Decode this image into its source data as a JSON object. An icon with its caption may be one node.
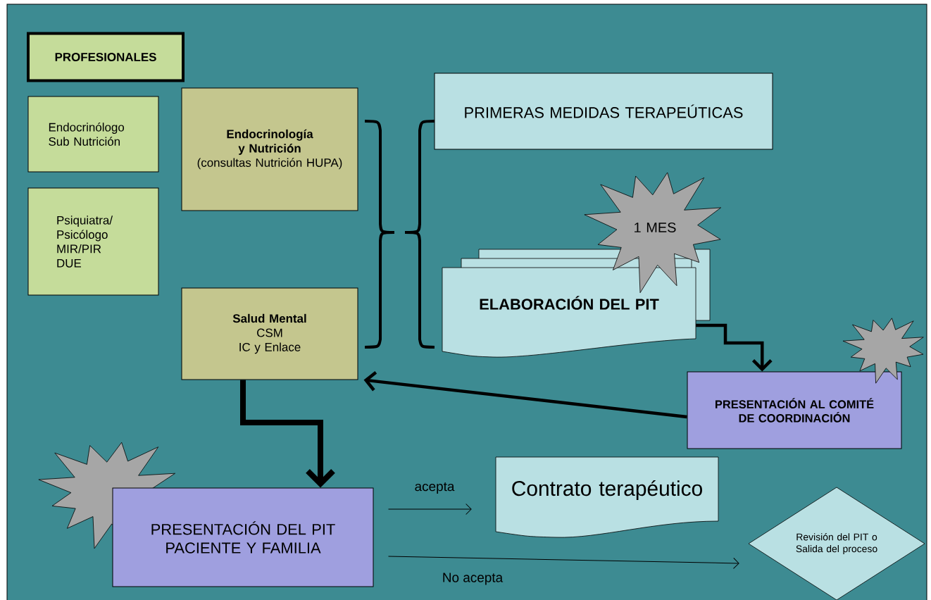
{
  "diagram": {
    "nodes": [
      {
        "text": [
          "PROFESIONALES"
        ]
      },
      {
        "text": [
          "Endocrinólogo Sub Nutrición"
        ]
      },
      {
        "text": [
          "Psiquiatra/ Psicólogo MIR/PIR DUE"
        ]
      },
      {
        "text": [
          "Endocrinología y Nutrición",
          "(consultas Nutrición HUPA)"
        ]
      },
      {
        "text": [
          "Salud Mental",
          "CSM",
          "IC y Enlace"
        ]
      },
      {
        "text": [
          "PRIMERAS MEDIDAS TERAPEÚTICAS"
        ]
      },
      {
        "text": [
          "ELABORACIÓN DEL PIT"
        ]
      },
      {
        "text": [
          "1 MES"
        ]
      },
      {
        "text": [
          "PRESENTACIÓN AL COMITÉ DE COORDINACIÓN"
        ]
      },
      {
        "text": [],
        "shape": "star"
      },
      {
        "text": [],
        "shape": "star"
      },
      {
        "text": [
          "PRESENTACIÓN DEL PIT",
          "PACIENTE Y FAMILIA"
        ]
      },
      {
        "text": [
          "Contrato terapéutico"
        ]
      },
      {
        "text": [
          "Revisión del PIT o Salida del proceso"
        ]
      }
    ],
    "edges": [
      {
        "from": 6,
        "to": 8,
        "arrow": "to"
      },
      {
        "from": 8,
        "to": 4,
        "arrow": "to"
      },
      {
        "from": 4,
        "to": 11,
        "arrow": "to"
      },
      {
        "from": 11,
        "to": 12,
        "arrow": "to",
        "label": "acepta"
      },
      {
        "from": 11,
        "to": 13,
        "arrow": "to",
        "label": "No acepta"
      }
    ]
  }
}
